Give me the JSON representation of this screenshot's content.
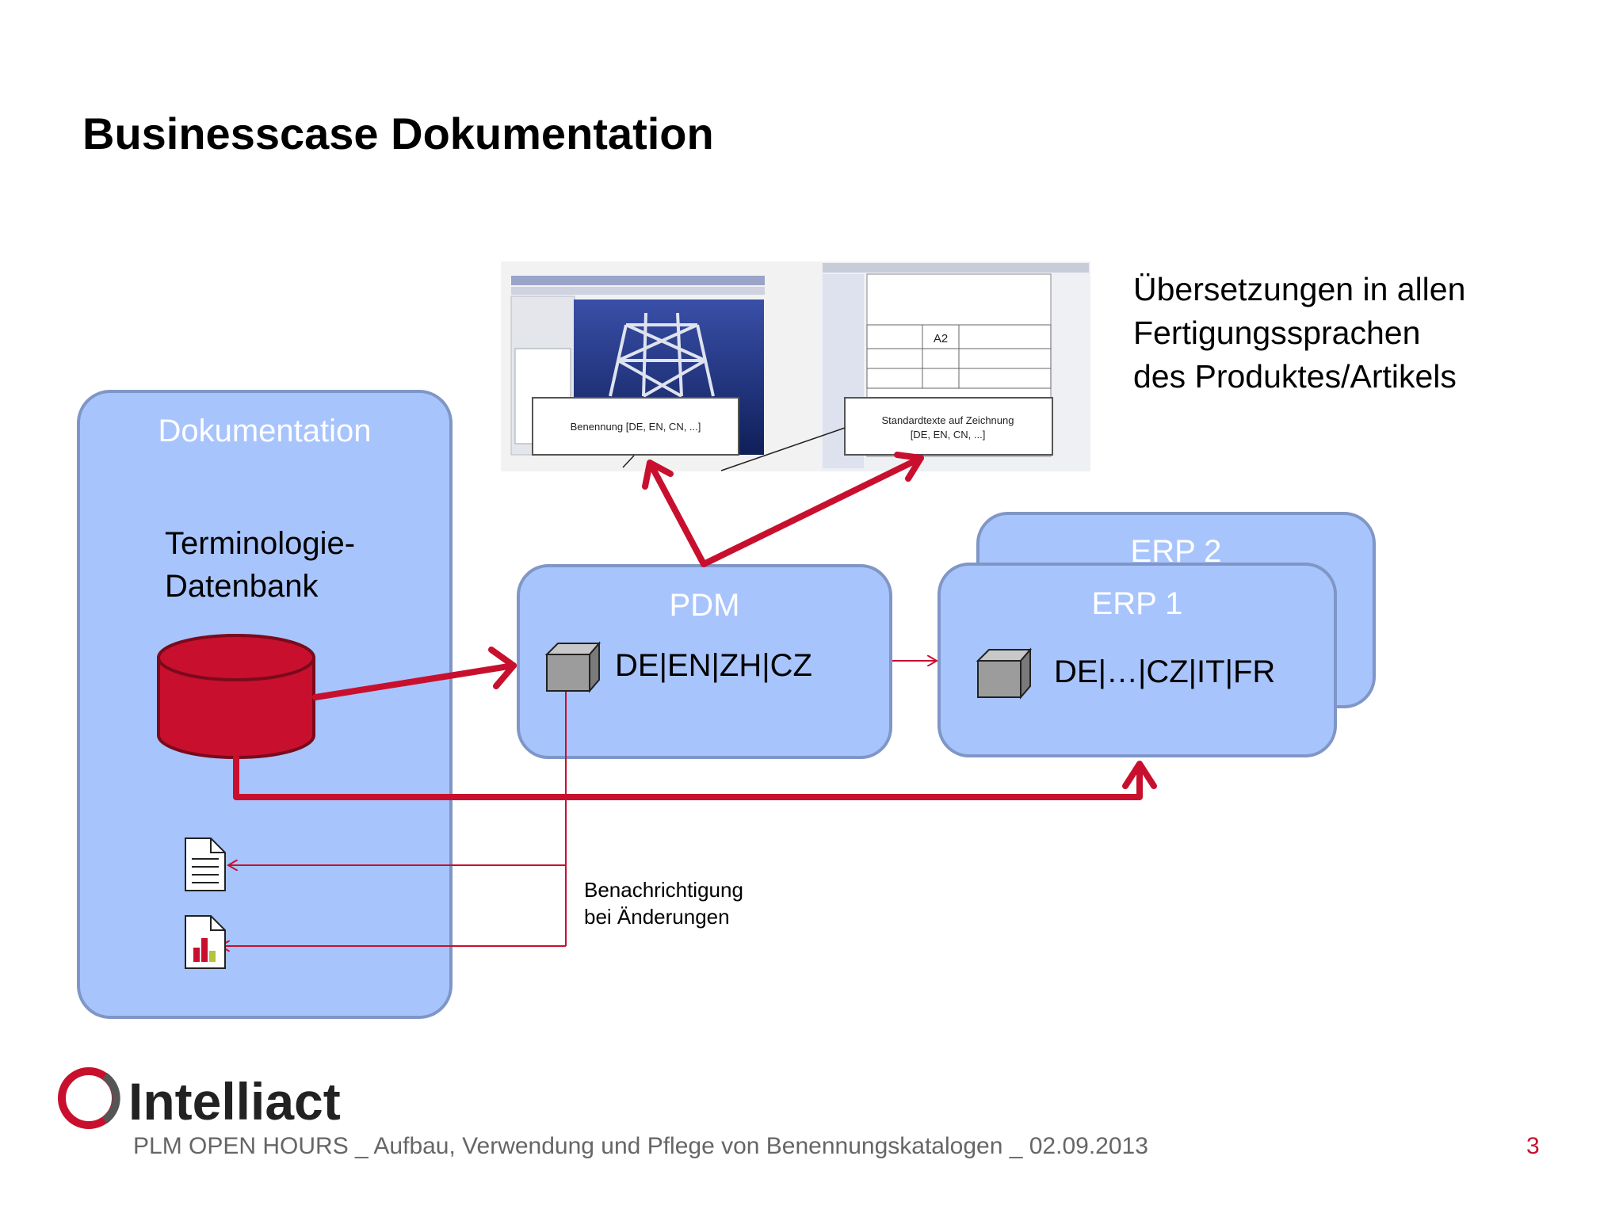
{
  "slide": {
    "title": "Businesscase Dokumentation",
    "note_lines": [
      "Übersetzungen in allen",
      "Fertigungssprachen",
      "des Produktes/Artikels"
    ],
    "page_number": "3",
    "footer": "PLM OPEN HOURS _ Aufbau, Verwendung und Pflege von Benennungskatalogen _ 02.09.2013",
    "logo_text": "Intelliact"
  },
  "diagram": {
    "doc_box": {
      "title": "Dokumentation",
      "db_label_lines": [
        "Terminologie-",
        "Datenbank"
      ]
    },
    "pdm_box": {
      "title": "PDM",
      "languages": "DE|EN|ZH|CZ"
    },
    "erp1_box": {
      "title": "ERP 1",
      "languages": "DE|…|CZ|IT|FR"
    },
    "erp2_box": {
      "title": "ERP 2"
    },
    "notification_lines": [
      "Benachrichtigung",
      "bei Änderungen"
    ],
    "screenshot_1": {
      "callout": "Benennung [DE, EN, CN, ...]"
    },
    "screenshot_2": {
      "callout_lines": [
        "Standardtexte auf Zeichnung",
        "[DE, EN, CN, ...]"
      ],
      "sheet_size": "A2"
    }
  },
  "colors": {
    "box_fill": "#a8c4fc",
    "box_stroke": "#7f96c6",
    "accent_red": "#c8102e",
    "database_fill": "#c8102e"
  }
}
